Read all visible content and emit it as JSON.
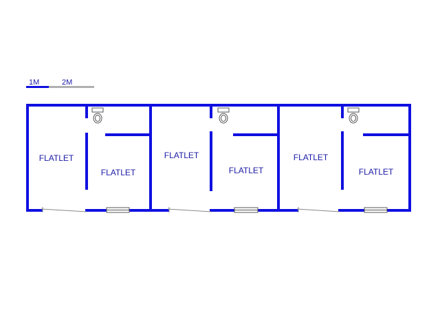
{
  "scale_bar": {
    "label_1": "1M",
    "label_2": "2M"
  },
  "rooms": [
    {
      "label": "FLATLET"
    },
    {
      "label": "FLATLET"
    },
    {
      "label": "FLATLET"
    },
    {
      "label": "FLATLET"
    },
    {
      "label": "FLATLET"
    },
    {
      "label": "FLATLET"
    }
  ],
  "colors": {
    "wall": "#1010e0",
    "text": "#1a1aa6",
    "fixture": "#555555"
  }
}
